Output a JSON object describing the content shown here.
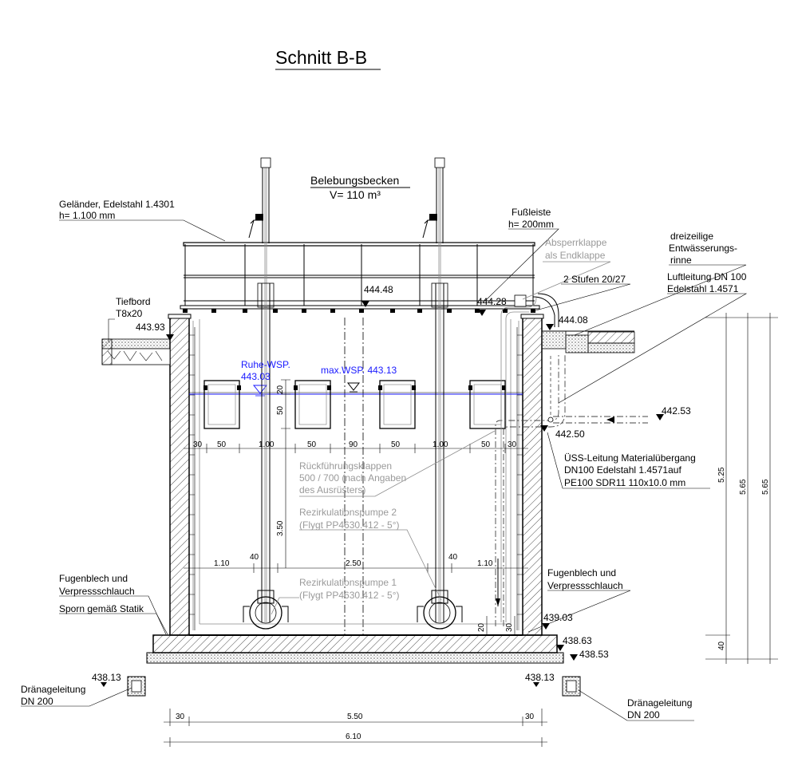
{
  "title": "Schnitt B-B",
  "basin": {
    "name": "Belebungsbecken",
    "volume": "V= 110 m³"
  },
  "labels": {
    "railing_1": "Geländer, Edelstahl 1.4301",
    "railing_2": "h= 1.100 mm",
    "kickboard_1": "Fußleiste",
    "kickboard_2": "h= 200mm",
    "shutoff_1": "Absperrklappe",
    "shutoff_2": "als Endklappe",
    "gutter_1": "dreizeilige",
    "gutter_2": "Entwässerungs-",
    "gutter_3": "rinne",
    "steps": "2 Stufen 20/27",
    "airline_1": "Luftleitung DN 100",
    "airline_2": "Edelstahl 1.4571",
    "kerb_1": "Tiefbord",
    "kerb_2": "T8x20",
    "rest_wl_1": "Ruhe-WSP.",
    "rest_wl_2": "443.03",
    "max_wl": "max.WSP. 443.13",
    "overflow_1": "ÜSS-Leitung Materialübergang",
    "overflow_2": "DN100 Edelstahl 1.4571auf",
    "overflow_3": "PE100 SDR11 110x10.0 mm",
    "flaps_1": "Rückführungsklappen",
    "flaps_2": "500 / 700 (nach Angaben",
    "flaps_3": "des Ausrüsters)",
    "pump2_1": "Rezirkulationspumpe 2",
    "pump2_2": "(Flygt PP4630.412 - 5°)",
    "pump1_1": "Rezirkulationspumpe 1",
    "pump1_2": "(Flygt PP4630.412 - 5°)",
    "joint_left_1": "Fugenblech und",
    "joint_left_2": "Verpressschlauch",
    "spur": "Sporn gemäß Statik",
    "joint_right_1": "Fugenblech und",
    "joint_right_2": "Verpressschlauch",
    "drain_left_1": "Dränageleitung",
    "drain_left_2": "DN 200",
    "drain_right_1": "Dränageleitung",
    "drain_right_2": "DN 200"
  },
  "levels": {
    "top_walkway": "444.48",
    "top_right": "444.28",
    "kerb": "443.93",
    "ground_right": "444.08",
    "pipe_in": "442.53",
    "pipe_out": "442.50",
    "floor_in": "439.03",
    "bottom_1": "438.63",
    "bottom_2": "438.53",
    "drain_left": "438.13",
    "drain_right": "438.13"
  },
  "dimensions": {
    "row1": [
      "30",
      "50",
      "1.00",
      "50",
      "90",
      "50",
      "1.00",
      "50",
      "30"
    ],
    "row2": [
      "1.10",
      "40",
      "2.50",
      "40",
      "1.10"
    ],
    "v_20": "20",
    "v_50": "50",
    "v_350": "3.50",
    "v_20b": "20",
    "v_30b": "30",
    "bottom_30a": "30",
    "bottom_550": "5.50",
    "bottom_30b": "30",
    "bottom_610": "6.10",
    "right_525": "5.25",
    "right_565a": "5.65",
    "right_565b": "5.65",
    "right_40": "40"
  },
  "colors": {
    "water_line": "#1a1aff",
    "note_grey": "#9a9a9a"
  }
}
